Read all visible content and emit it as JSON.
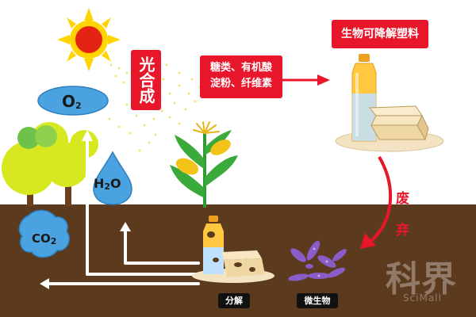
{
  "labels": {
    "photosynthesis": "光合成",
    "sugar_line1": "糖类、有机酸",
    "sugar_line2": "淀粉、纤维素",
    "bioplastic": "生物可降解塑料",
    "waste_char1": "废",
    "waste_char2": "弃",
    "decompose": "分解",
    "microbe": "微生物"
  },
  "gases": {
    "o2_base": "O",
    "o2_sub": "2",
    "h2o_h": "H",
    "h2o_sub": "2",
    "h2o_o": "O",
    "co2_base": "CO",
    "co2_sub": "2"
  },
  "watermark": {
    "cn": "科界",
    "en": "SciMall"
  },
  "colors": {
    "sky": "#ffffff",
    "soil": "#5b3a1e",
    "accent_red": "#e8162a",
    "water_blue": "#4aa3e0",
    "sun_yellow": "#ffd400",
    "sun_core": "#e42313",
    "tree_green": "#d8e820",
    "microbe_purple": "#8a5cc8"
  },
  "icons": [
    "sun-icon",
    "tree-icon",
    "corn-plant-icon",
    "bottle-icon",
    "box-icon",
    "microbe-icon",
    "arrow-icon"
  ]
}
